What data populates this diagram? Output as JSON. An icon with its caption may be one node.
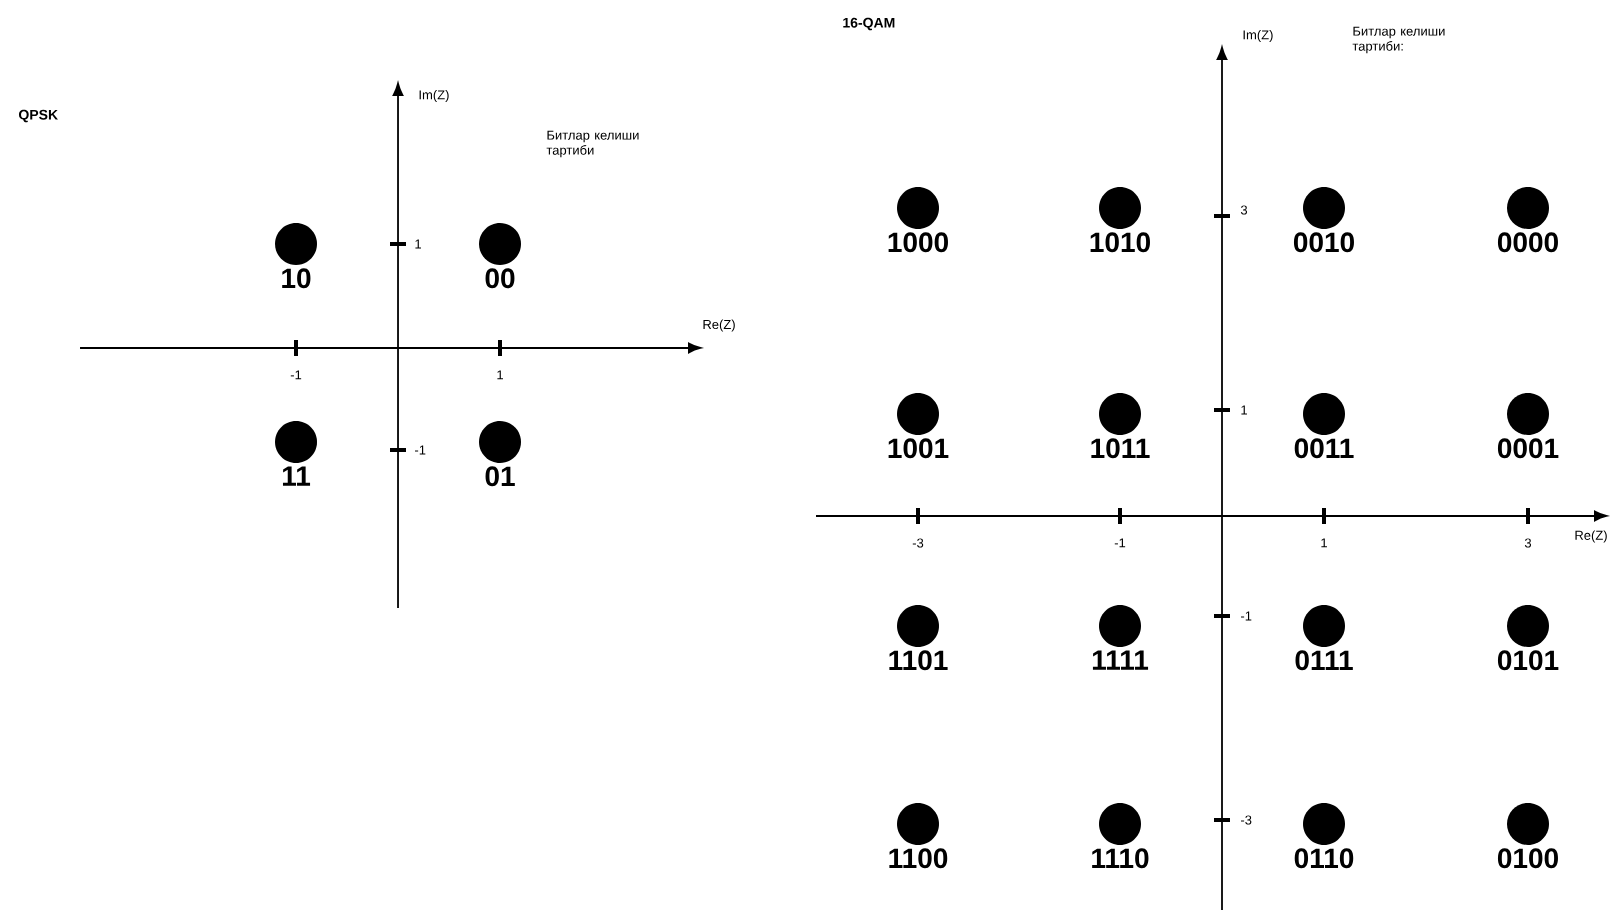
{
  "diagram": {
    "nodes": [
      {
        "text": [],
        "shape": "circle",
        "beside": [
          "10"
        ]
      },
      {
        "text": [],
        "shape": "circle",
        "beside": [
          "00"
        ]
      },
      {
        "text": [],
        "shape": "circle",
        "beside": [
          "11"
        ]
      },
      {
        "text": [],
        "shape": "circle",
        "beside": [
          "01"
        ]
      },
      {
        "text": [],
        "shape": "circle",
        "beside": [
          "1000"
        ]
      },
      {
        "text": [],
        "shape": "circle",
        "beside": [
          "1010"
        ]
      },
      {
        "text": [],
        "shape": "circle",
        "beside": [
          "0010"
        ]
      },
      {
        "text": [],
        "shape": "circle",
        "beside": [
          "0000"
        ]
      },
      {
        "text": [],
        "shape": "circle",
        "beside": [
          "1001"
        ]
      },
      {
        "text": [],
        "shape": "circle",
        "beside": [
          "1011"
        ]
      },
      {
        "text": [],
        "shape": "circle",
        "beside": [
          "0011"
        ]
      },
      {
        "text": [],
        "shape": "circle",
        "beside": [
          "0001"
        ]
      },
      {
        "text": [],
        "shape": "circle",
        "beside": [
          "1101"
        ]
      },
      {
        "text": [],
        "shape": "circle",
        "beside": [
          "1111"
        ]
      },
      {
        "text": [],
        "shape": "circle",
        "beside": [
          "0111"
        ]
      },
      {
        "text": [],
        "shape": "circle",
        "beside": [
          "0101"
        ]
      },
      {
        "text": [],
        "shape": "circle",
        "beside": [
          "1100"
        ]
      },
      {
        "text": [],
        "shape": "circle",
        "beside": [
          "1110"
        ]
      },
      {
        "text": [],
        "shape": "circle",
        "beside": [
          "0110"
        ]
      },
      {
        "text": [],
        "shape": "circle",
        "beside": [
          "0100"
        ]
      }
    ],
    "labels": [
      "QPSK",
      "Im(Z)",
      "Битлар келиши тартиби",
      "1",
      "-1",
      "Re(Z)",
      "-1",
      "1",
      "16-QAM",
      "Im(Z)",
      "Битлар келиши тартиби:",
      "3",
      "1",
      "-1",
      "-3",
      "-3",
      "-1",
      "1",
      "3",
      "Re(Z)"
    ]
  }
}
